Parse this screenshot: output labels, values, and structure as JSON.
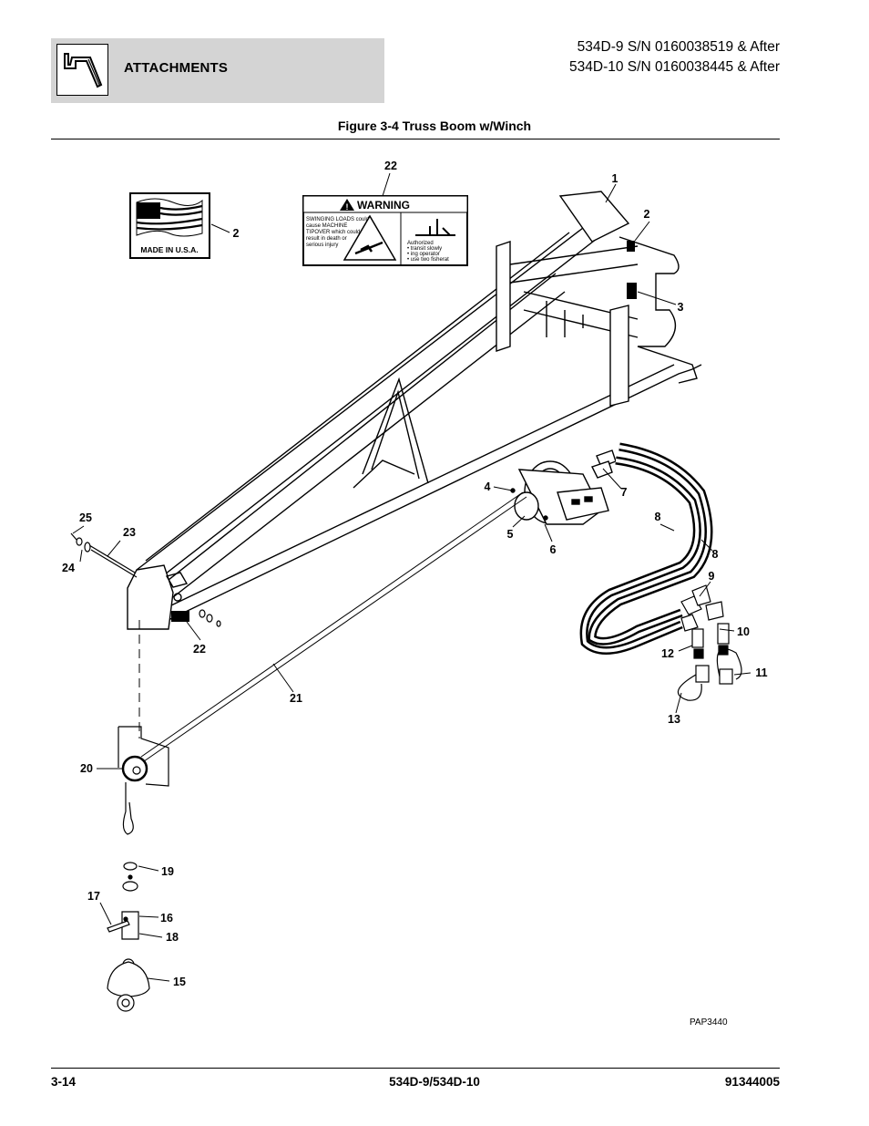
{
  "header": {
    "section_title": "ATTACHMENTS",
    "serial_line_1": "534D-9 S/N 0160038519 & After",
    "serial_line_2": "534D-10 S/N 0160038445 & After"
  },
  "figure": {
    "title": "Figure 3-4 Truss Boom w/Winch",
    "drawing_code": "PAP3440"
  },
  "decals": {
    "made_in_usa": "MADE IN U.S.A.",
    "warning_heading": "WARNING",
    "warning_text": [
      "SWINGING LOADS could",
      "cause MACHINE",
      "TIPOVER which could",
      "result in death or",
      "serious injury"
    ],
    "warning_right_text": [
      "Authorized",
      "• transit slowly",
      "• ing operator",
      "• use two fisherat"
    ]
  },
  "callouts": {
    "c1": "1",
    "c2a": "2",
    "c2b": "2",
    "c3": "3",
    "c4": "4",
    "c5": "5",
    "c6": "6",
    "c7": "7",
    "c8a": "8",
    "c8b": "8",
    "c9": "9",
    "c10": "10",
    "c11": "11",
    "c12": "12",
    "c13": "13",
    "c15": "15",
    "c16": "16",
    "c17": "17",
    "c18": "18",
    "c19": "19",
    "c20": "20",
    "c21": "21",
    "c22a": "22",
    "c22b": "22",
    "c23": "23",
    "c24": "24",
    "c25": "25"
  },
  "footer": {
    "page_number": "3-14",
    "model": "534D-9/534D-10",
    "part_number": "91344005"
  }
}
